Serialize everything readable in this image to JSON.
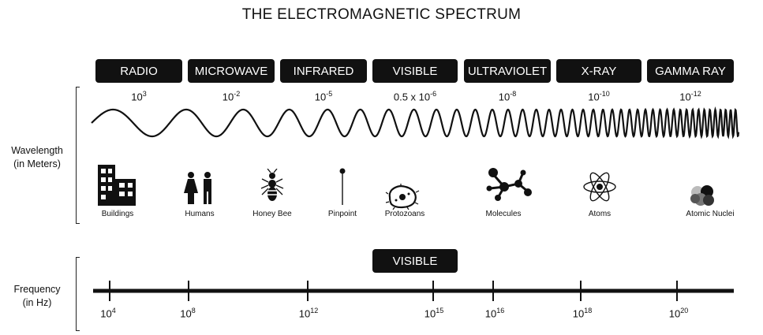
{
  "title": "THE ELECTROMAGNETIC SPECTRUM",
  "bands": [
    "RADIO",
    "MICROWAVE",
    "INFRARED",
    "VISIBLE",
    "ULTRAVIOLET",
    "X-RAY",
    "GAMMA RAY"
  ],
  "wavelengths": [
    {
      "base": "10",
      "exp": "3"
    },
    {
      "base": "10",
      "exp": "-2"
    },
    {
      "base": "10",
      "exp": "-5"
    },
    {
      "base": "0.5 x 10",
      "exp": "-6"
    },
    {
      "base": "10",
      "exp": "-8"
    },
    {
      "base": "10",
      "exp": "-10"
    },
    {
      "base": "10",
      "exp": "-12"
    }
  ],
  "wavelength_axis": {
    "line1": "Wavelength",
    "line2": "(in Meters)"
  },
  "frequency_axis": {
    "line1": "Frequency",
    "line2": "(in Hz)"
  },
  "scale_objects": [
    "Buildings",
    "Humans",
    "Honey Bee",
    "Pinpoint",
    "Protozoans",
    "Molecules",
    "Atoms",
    "Atomic Nuclei"
  ],
  "frequency_visible_label": "VISIBLE",
  "frequencies": [
    {
      "base": "10",
      "exp": "4"
    },
    {
      "base": "10",
      "exp": "8"
    },
    {
      "base": "10",
      "exp": "12"
    },
    {
      "base": "10",
      "exp": "15"
    },
    {
      "base": "10",
      "exp": "16"
    },
    {
      "base": "10",
      "exp": "18"
    },
    {
      "base": "10",
      "exp": "20"
    }
  ]
}
